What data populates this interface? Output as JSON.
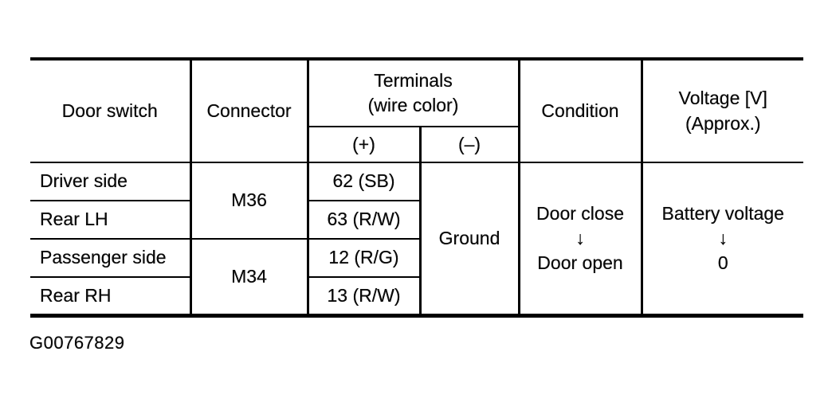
{
  "table": {
    "headers": {
      "door_switch": "Door switch",
      "connector": "Connector",
      "terminals": "Terminals\n(wire color)",
      "plus": "(+)",
      "minus": "(–)",
      "condition": "Condition",
      "voltage": "Voltage [V]\n(Approx.)"
    },
    "rows": [
      {
        "door_switch": "Driver side",
        "terminal_plus": "62 (SB)"
      },
      {
        "door_switch": "Rear LH",
        "terminal_plus": "63 (R/W)"
      },
      {
        "door_switch": "Passenger side",
        "terminal_plus": "12 (R/G)"
      },
      {
        "door_switch": "Rear RH",
        "terminal_plus": "13 (R/W)"
      }
    ],
    "connector_groups": [
      "M36",
      "M34"
    ],
    "terminal_minus": "Ground",
    "condition": "Door close\n↓\nDoor open",
    "voltage": "Battery voltage\n↓\n0"
  },
  "figure_id": "G00767829",
  "colors": {
    "ink": "#0a0a0a",
    "paper": "#ffffff"
  }
}
